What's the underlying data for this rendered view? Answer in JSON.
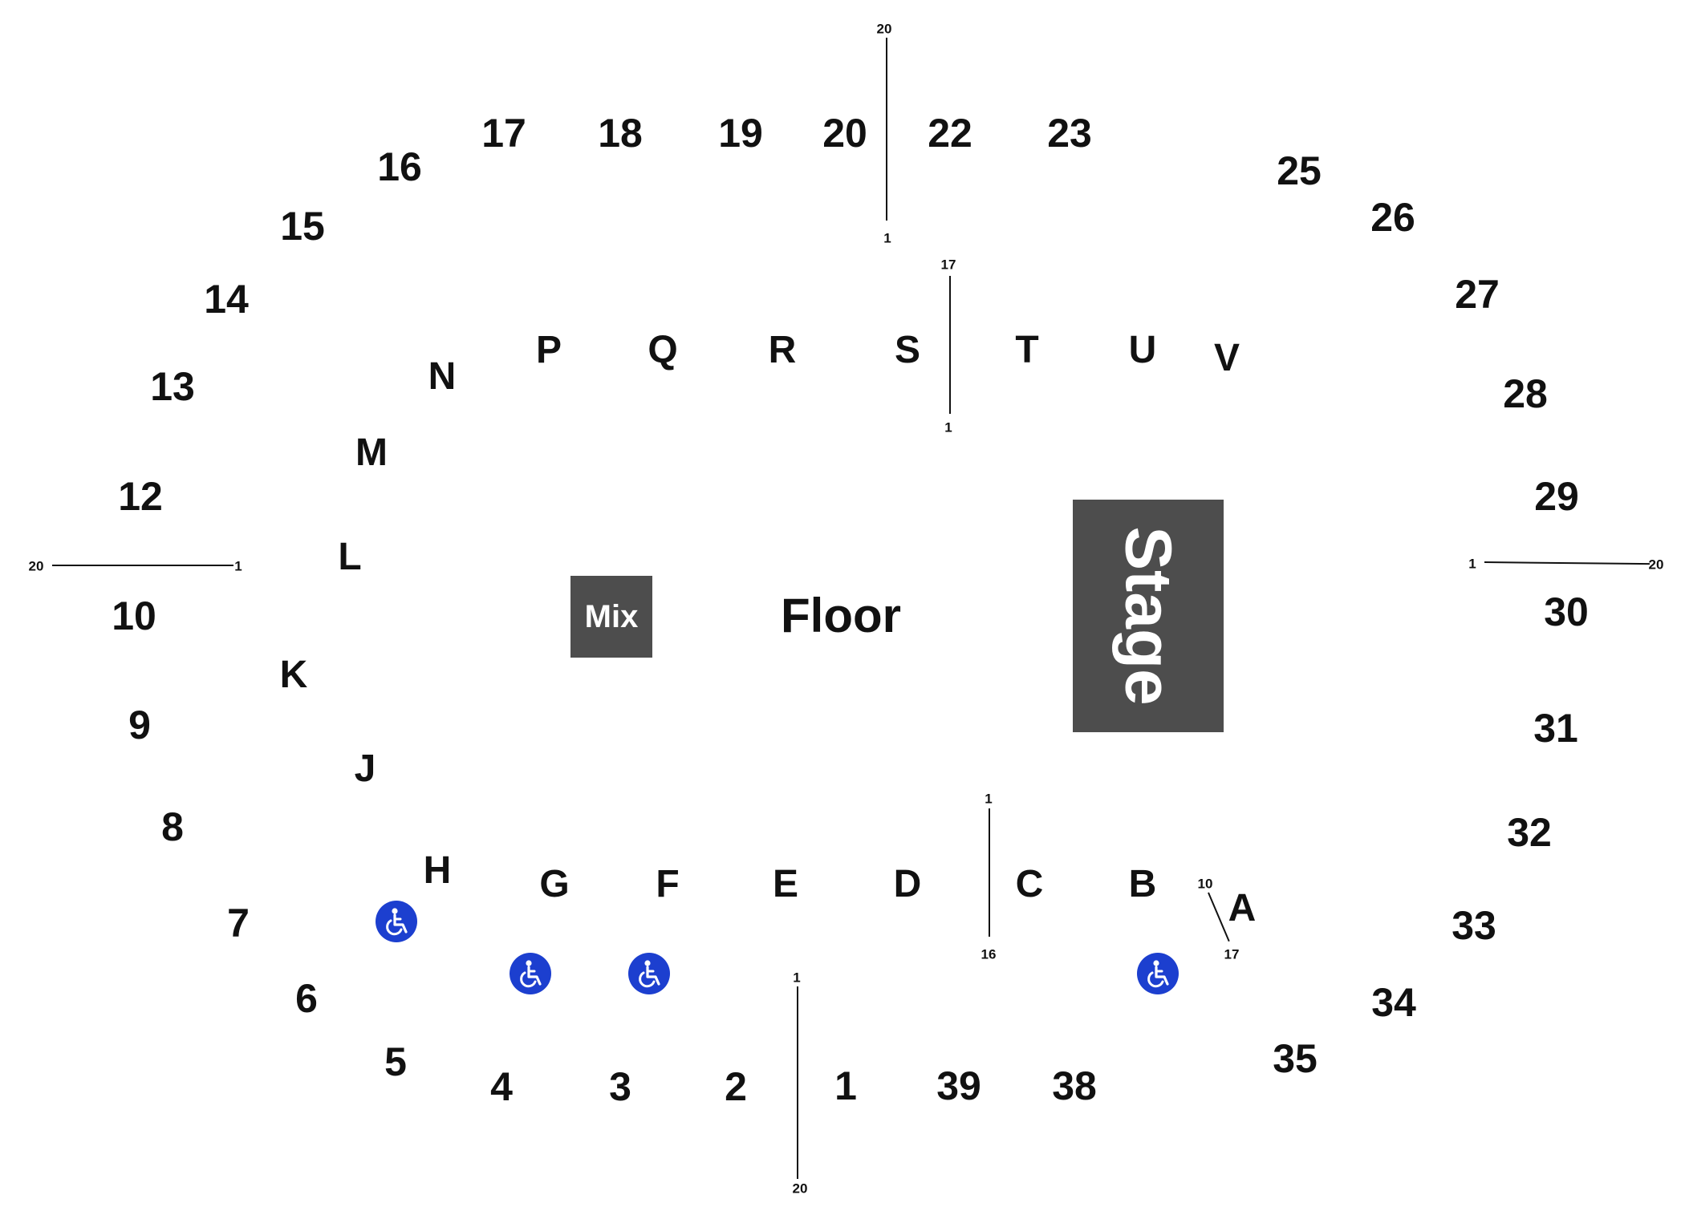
{
  "map": {
    "floor_label": "Floor",
    "mix_label": "Mix",
    "stage_label": "Stage"
  },
  "sections": [
    "1",
    "2",
    "3",
    "4",
    "5",
    "6",
    "7",
    "8",
    "9",
    "10",
    "12",
    "13",
    "14",
    "15",
    "16",
    "17",
    "18",
    "19",
    "20",
    "22",
    "23",
    "25",
    "26",
    "27",
    "28",
    "29",
    "30",
    "31",
    "32",
    "33",
    "34",
    "35",
    "38",
    "39"
  ],
  "floor_rows": [
    "A",
    "B",
    "C",
    "D",
    "E",
    "F",
    "G",
    "H",
    "J",
    "K",
    "L",
    "M",
    "N",
    "P",
    "Q",
    "R",
    "S",
    "T",
    "U",
    "V"
  ],
  "seat_numbers": {
    "top_aisle": [
      "20",
      "1"
    ],
    "floor_top_aisle": [
      "17",
      "1"
    ],
    "left_aisle": [
      "20",
      "1"
    ],
    "right_aisle": [
      "1",
      "20"
    ],
    "floor_bottom_aisle": [
      "1",
      "16"
    ],
    "row_a_aisle": [
      "10",
      "17"
    ],
    "bottom_aisle": [
      "1",
      "20"
    ]
  },
  "icons": {
    "accessible": "wheelchair-icon",
    "accessible_color": "#1c3fcf",
    "block_color": "#4d4d4d"
  }
}
